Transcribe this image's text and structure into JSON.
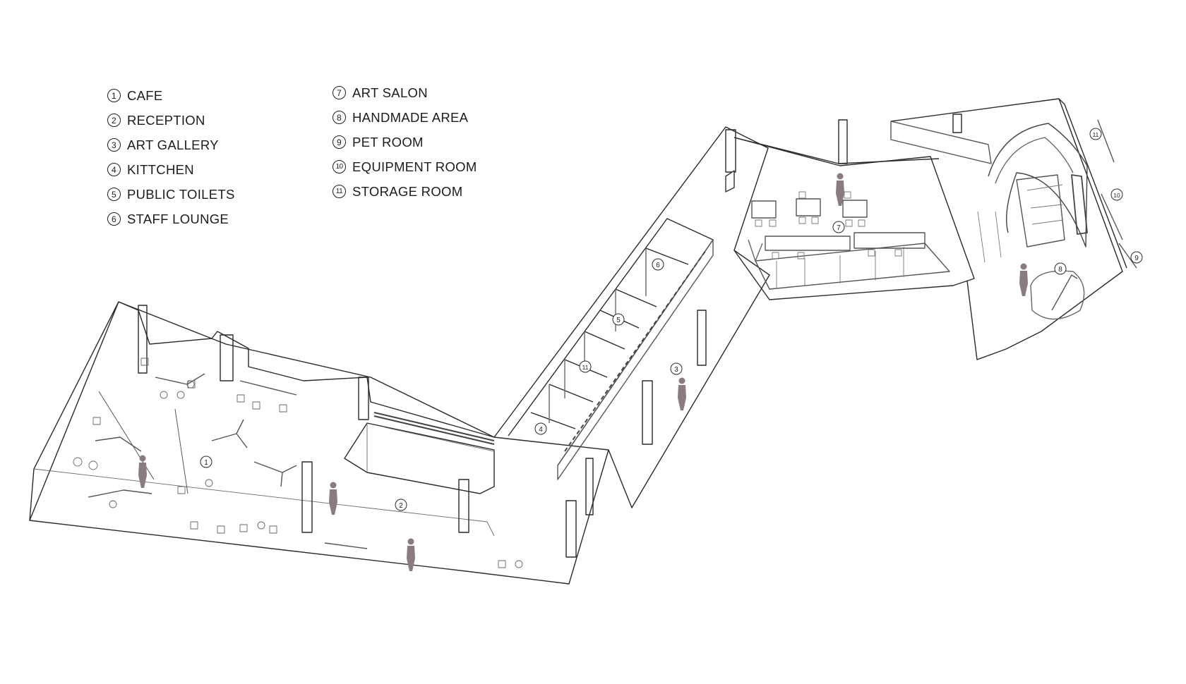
{
  "legend": [
    {
      "num": "1",
      "label": "CAFE"
    },
    {
      "num": "2",
      "label": "RECEPTION"
    },
    {
      "num": "3",
      "label": "ART GALLERY"
    },
    {
      "num": "4",
      "label": "KITTCHEN"
    },
    {
      "num": "5",
      "label": "PUBLIC TOILETS"
    },
    {
      "num": "6",
      "label": "STAFF LOUNGE"
    },
    {
      "num": "7",
      "label": "ART SALON"
    },
    {
      "num": "8",
      "label": "HANDMADE AREA"
    },
    {
      "num": "9",
      "label": "PET ROOM"
    },
    {
      "num": "10",
      "label": "EQUIPMENT ROOM"
    },
    {
      "num": "11",
      "label": "STORAGE ROOM"
    }
  ],
  "plan_markers": [
    "1",
    "2",
    "3",
    "4",
    "5",
    "6",
    "7",
    "8",
    "9",
    "10",
    "11",
    "11"
  ],
  "colors": {
    "line": "#2a2a2a",
    "thin_line": "#6a6a6a",
    "figure": "#8a7a82",
    "background": "#ffffff"
  }
}
